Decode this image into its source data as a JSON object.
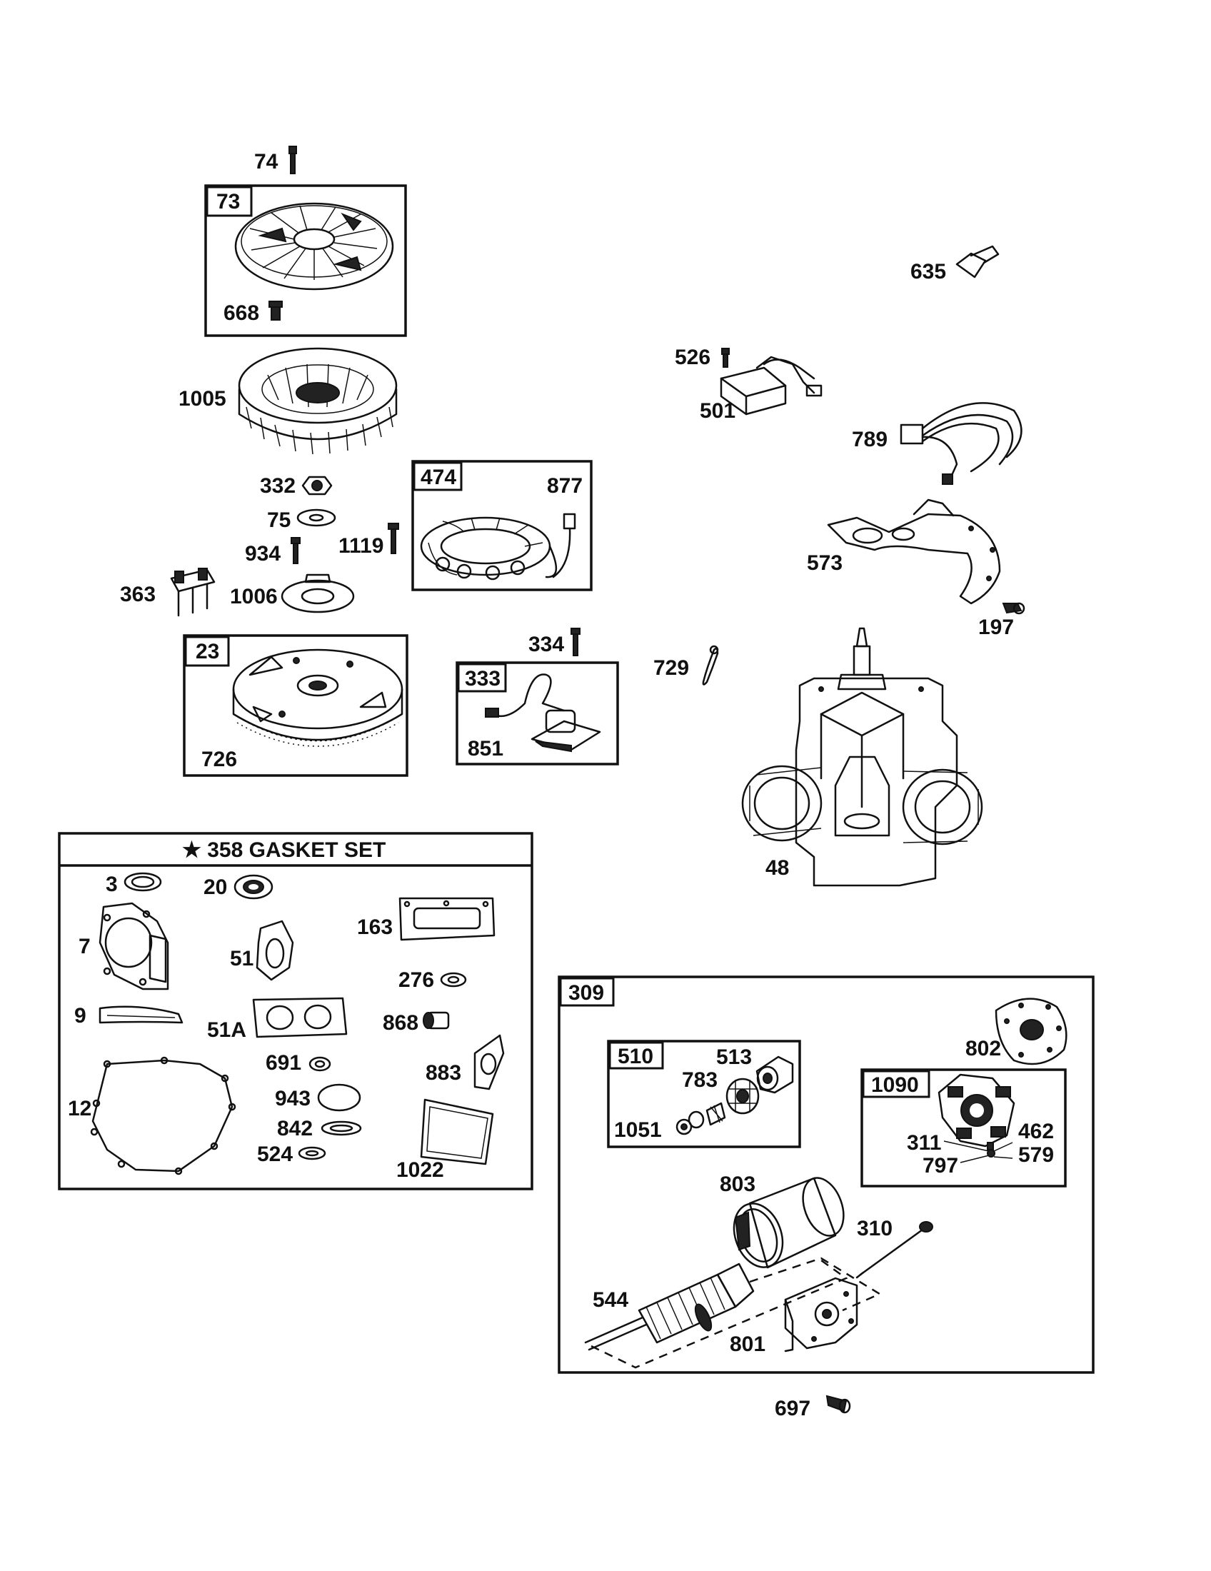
{
  "labels": {
    "p74": "74",
    "p73": "73",
    "p668": "668",
    "p1005": "1005",
    "p332": "332",
    "p75": "75",
    "p934": "934",
    "p1119": "1119",
    "p474": "474",
    "p877": "877",
    "p363": "363",
    "p1006": "1006",
    "p23": "23",
    "p726": "726",
    "p334": "334",
    "p333": "333",
    "p851": "851",
    "p635": "635",
    "p526": "526",
    "p501": "501",
    "p789": "789",
    "p573": "573",
    "p197": "197",
    "p729": "729",
    "p48": "48",
    "gasket_title": "★ 358 GASKET SET",
    "p3": "3",
    "p20": "20",
    "p7": "7",
    "p51": "51",
    "p163": "163",
    "p276": "276",
    "p9": "9",
    "p51A": "51A",
    "p868": "868",
    "p691": "691",
    "p883": "883",
    "p12": "12",
    "p943": "943",
    "p842": "842",
    "p524": "524",
    "p1022": "1022",
    "p309": "309",
    "p510": "510",
    "p513": "513",
    "p783": "783",
    "p1051": "1051",
    "p802": "802",
    "p1090": "1090",
    "p462": "462",
    "p311": "311",
    "p579": "579",
    "p797": "797",
    "p803": "803",
    "p310": "310",
    "p544": "544",
    "p801": "801",
    "p697": "697"
  }
}
